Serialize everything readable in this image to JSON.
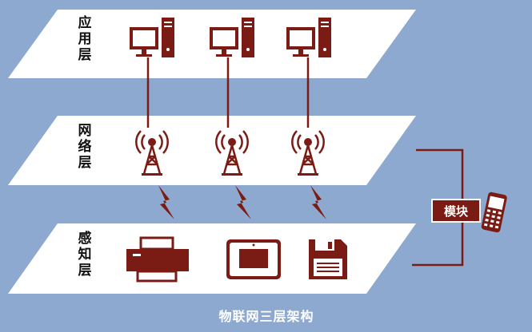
{
  "layers": {
    "application": {
      "label_chars": [
        "应",
        "用",
        "层"
      ]
    },
    "network": {
      "label_chars": [
        "网",
        "络",
        "层"
      ]
    },
    "perception": {
      "label_chars": [
        "感",
        "知",
        "层"
      ]
    }
  },
  "application_icons": [
    "desktop-computer-icon",
    "desktop-computer-icon",
    "desktop-computer-icon"
  ],
  "network_icons": [
    "radio-tower-icon",
    "radio-tower-icon",
    "radio-tower-icon"
  ],
  "perception_icons": [
    "printer-icon",
    "card-reader-icon",
    "floppy-disk-icon"
  ],
  "module": {
    "label": "模块",
    "device_icon": "mobile-phone-icon"
  },
  "caption": "物联网三层架构",
  "colors": {
    "background": "#8ea9d0",
    "layer": "#ffffff",
    "accent": "#7a1b14"
  }
}
